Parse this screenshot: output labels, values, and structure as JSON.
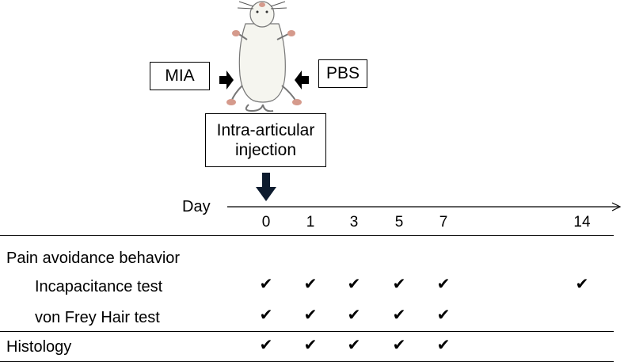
{
  "labels": {
    "mia": "MIA",
    "pbs": "PBS",
    "injection": "Intra-articular injection",
    "day_axis": "Day"
  },
  "days": [
    "0",
    "1",
    "3",
    "5",
    "7",
    "14"
  ],
  "table": {
    "section_pain": "Pain avoidance behavior",
    "rows": [
      {
        "label": "Incapacitance test",
        "checks": [
          true,
          true,
          true,
          true,
          true,
          true
        ]
      },
      {
        "label": "von Frey Hair test",
        "checks": [
          true,
          true,
          true,
          true,
          true,
          false
        ]
      },
      {
        "label": "Histology",
        "checks": [
          true,
          true,
          true,
          true,
          true,
          false
        ]
      }
    ],
    "check_mark": "✔"
  },
  "colors": {
    "down_arrow": "#0d1b2e",
    "lines": "#000000",
    "mouse_skin": "#f5f5ef",
    "mouse_pink": "#d59a8c"
  }
}
